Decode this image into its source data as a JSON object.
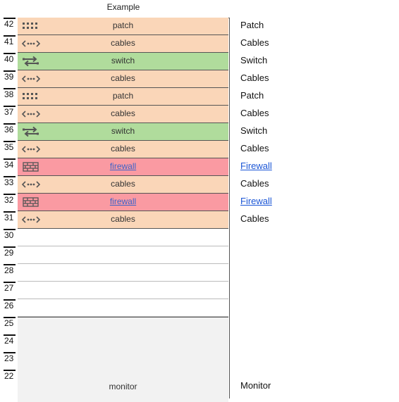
{
  "title": "Example",
  "colors": {
    "patch": "#fad6b8",
    "cables": "#fad6b8",
    "switch": "#b0dc9c",
    "firewall": "#fa9aa2",
    "empty": "#ffffff",
    "monitor": "#f2f2f2"
  },
  "units": [
    {
      "n": "42",
      "type": "patch",
      "icon": "patch-panel-icon",
      "label": "patch",
      "side": "Patch",
      "link": false
    },
    {
      "n": "41",
      "type": "cables",
      "icon": "cable-icon",
      "label": "cables",
      "side": "Cables",
      "link": false
    },
    {
      "n": "40",
      "type": "switch",
      "icon": "switch-icon",
      "label": "switch",
      "side": "Switch",
      "link": false
    },
    {
      "n": "39",
      "type": "cables",
      "icon": "cable-icon",
      "label": "cables",
      "side": "Cables",
      "link": false
    },
    {
      "n": "38",
      "type": "patch",
      "icon": "patch-panel-icon",
      "label": "patch",
      "side": "Patch",
      "link": false
    },
    {
      "n": "37",
      "type": "cables",
      "icon": "cable-icon",
      "label": "cables",
      "side": "Cables",
      "link": false
    },
    {
      "n": "36",
      "type": "switch",
      "icon": "switch-icon",
      "label": "switch",
      "side": "Switch",
      "link": false
    },
    {
      "n": "35",
      "type": "cables",
      "icon": "cable-icon",
      "label": "cables",
      "side": "Cables",
      "link": false
    },
    {
      "n": "34",
      "type": "firewall",
      "icon": "firewall-icon",
      "label": "firewall",
      "side": "Firewall",
      "link": true
    },
    {
      "n": "33",
      "type": "cables",
      "icon": "cable-icon",
      "label": "cables",
      "side": "Cables",
      "link": false
    },
    {
      "n": "32",
      "type": "firewall",
      "icon": "firewall-icon",
      "label": "firewall",
      "side": "Firewall",
      "link": true
    },
    {
      "n": "31",
      "type": "cables",
      "icon": "cable-icon",
      "label": "cables",
      "side": "Cables",
      "link": false
    },
    {
      "n": "30",
      "type": "empty",
      "icon": "",
      "label": "",
      "side": "",
      "link": false
    },
    {
      "n": "29",
      "type": "empty",
      "icon": "",
      "label": "",
      "side": "",
      "link": false
    },
    {
      "n": "28",
      "type": "empty",
      "icon": "",
      "label": "",
      "side": "",
      "link": false
    },
    {
      "n": "27",
      "type": "empty",
      "icon": "",
      "label": "",
      "side": "",
      "link": false
    },
    {
      "n": "26",
      "type": "empty",
      "icon": "",
      "label": "",
      "side": "",
      "link": false
    },
    {
      "n": "25",
      "type": "monitor",
      "icon": "",
      "label": "",
      "side": "",
      "link": false
    },
    {
      "n": "24",
      "type": "monitor",
      "icon": "",
      "label": "",
      "side": "",
      "link": false
    },
    {
      "n": "23",
      "type": "monitor",
      "icon": "",
      "label": "",
      "side": "",
      "link": false
    },
    {
      "n": "22",
      "type": "monitor",
      "icon": "",
      "label": "",
      "side": "",
      "link": false
    }
  ],
  "monitor": {
    "label": "monitor",
    "side": "Monitor"
  }
}
